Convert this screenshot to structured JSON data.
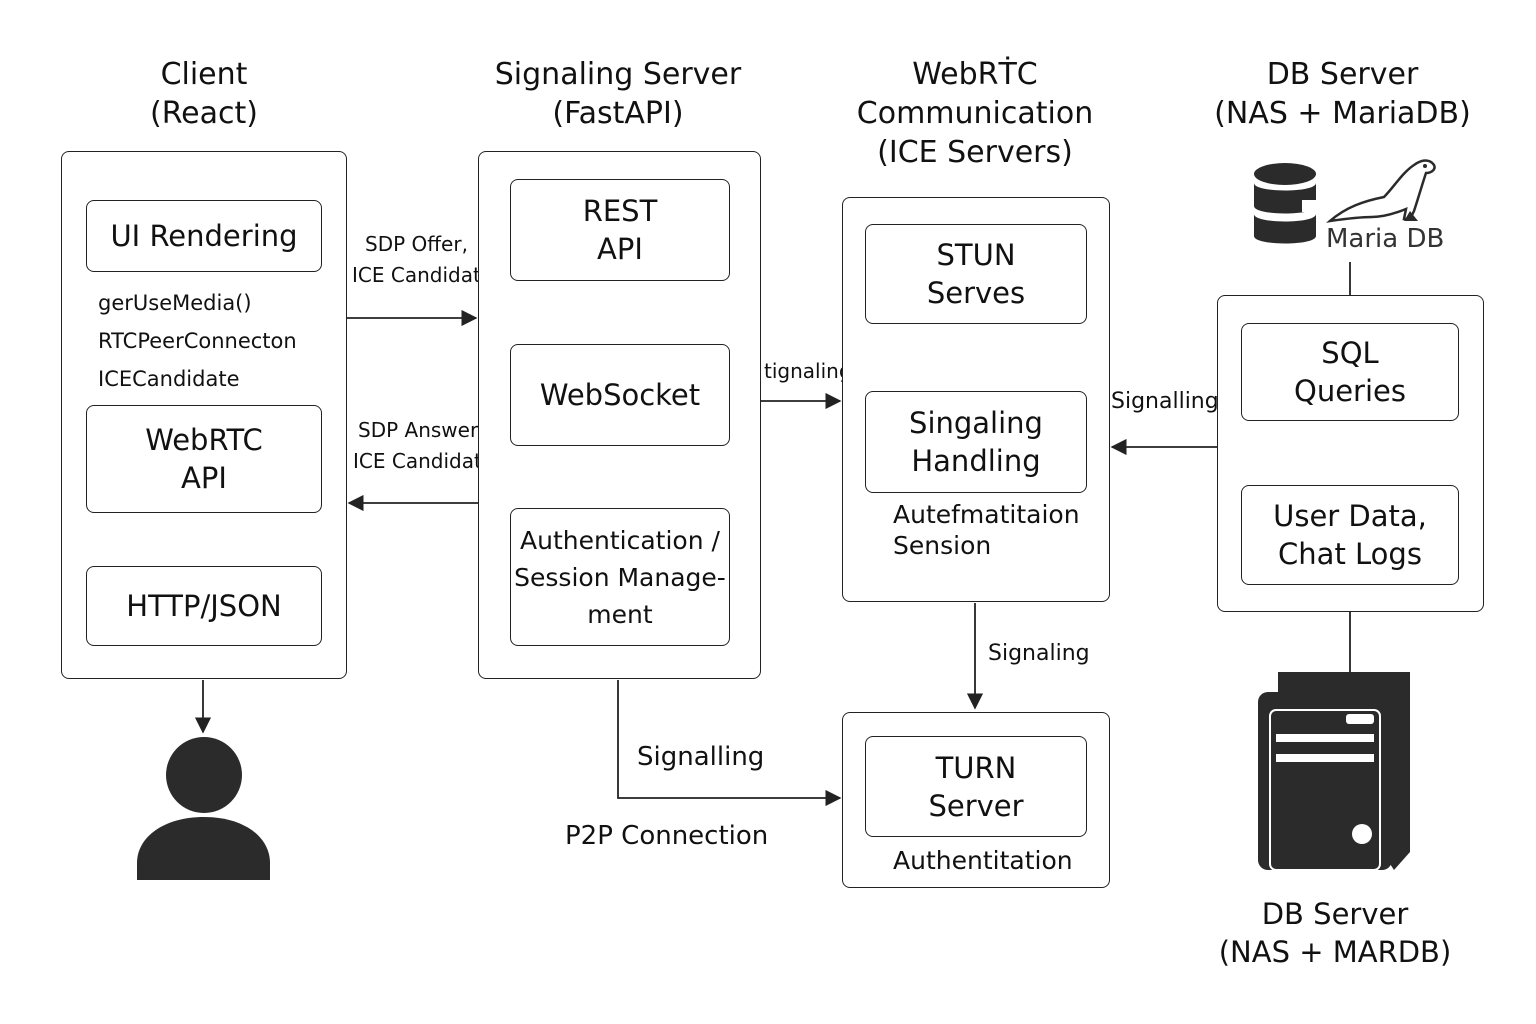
{
  "columns": {
    "client": {
      "title": [
        "Client",
        "(React)"
      ]
    },
    "signaling": {
      "title": [
        "Signaling Server",
        "(FastAPI)"
      ]
    },
    "webrtc": {
      "title": [
        "WebRṪC",
        "Communication",
        "(ICE Servers)"
      ]
    },
    "db": {
      "title": [
        "DB Server",
        "(NAS + MariaDB)"
      ]
    }
  },
  "client": {
    "ui_rendering": "UI Rendering",
    "methods": [
      "gerUseMedia()",
      "RTCPeerConnecton",
      "ICECandidate"
    ],
    "webrtc_api": [
      "WebRTC",
      "API"
    ],
    "http_json": "HTTP/JSON"
  },
  "signaling": {
    "rest_api": [
      "REST",
      "API"
    ],
    "websocket": "WebSocket",
    "auth": [
      "Authentication /",
      "Session Manage-",
      "ment"
    ]
  },
  "webrtc": {
    "stun": [
      "STUN",
      "Serves"
    ],
    "signaling_handling": [
      "Singaling",
      "Handling"
    ],
    "auth_session": [
      "Autefmatitaion",
      "Sension"
    ],
    "turn": [
      "TURN",
      "Server"
    ],
    "turn_auth": "Authentitation"
  },
  "db": {
    "logo_text": "Maria DB",
    "sql": [
      "SQL",
      "Queries"
    ],
    "user_data": [
      "User Data,",
      "Chat Logs"
    ],
    "bottom_title": [
      "DB Server",
      "(NAS + MARDB)"
    ]
  },
  "connections": {
    "offer": [
      "SDP Offer,",
      "ICE Candidate"
    ],
    "answer": [
      "SDP Answer,",
      "ICE Candidate"
    ],
    "ws_signaling": "tignaling",
    "db_signaling": "Signalling",
    "stun_turn_signaling": "Signaling",
    "ws_turn_signaling": "Signalling",
    "p2p": "P2P Connection"
  },
  "icons": {
    "user": "user-icon",
    "database": "database-icon",
    "seal": "mariadb-seal-icon",
    "server": "server-tower-icon"
  },
  "colors": {
    "ink": "#111111",
    "icon_fill": "#2b2b2b",
    "stroke": "#222222"
  }
}
